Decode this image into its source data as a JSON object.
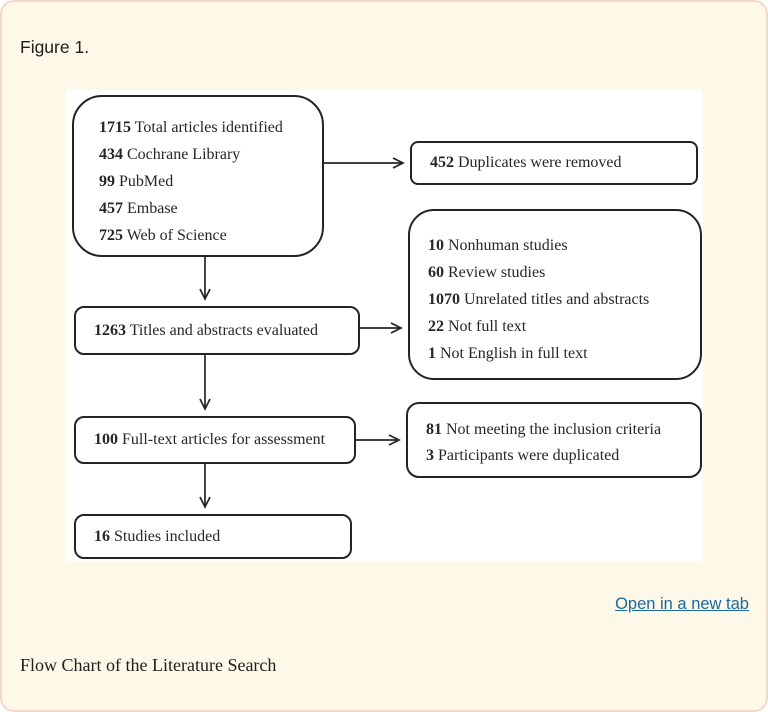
{
  "figure": {
    "label": "Figure 1.",
    "caption": "Flow Chart of the Literature Search",
    "open_link_label": "Open in a new tab"
  },
  "colors": {
    "card_background": "#fdf8e8",
    "card_border": "#f2d8c6",
    "panel_background": "#ffffff",
    "box_border": "#242424",
    "flow_text": "#262626",
    "link": "#17699f"
  },
  "flowchart": {
    "box_identified": {
      "lines": [
        {
          "num": "1715",
          "text": " Total articles identified"
        },
        {
          "num": "434",
          "text": " Cochrane Library"
        },
        {
          "num": "99",
          "text": " PubMed"
        },
        {
          "num": "457",
          "text": " Embase"
        },
        {
          "num": "725",
          "text": " Web of Science"
        }
      ]
    },
    "box_duplicates": {
      "lines": [
        {
          "num": "452",
          "text": " Duplicates were removed"
        }
      ]
    },
    "box_titles": {
      "lines": [
        {
          "num": "1263",
          "text": " Titles and abstracts evaluated"
        }
      ]
    },
    "box_excluded_screening": {
      "lines": [
        {
          "num": "10",
          "text": " Nonhuman studies"
        },
        {
          "num": "60",
          "text": " Review studies"
        },
        {
          "num": "1070",
          "text": " Unrelated titles and abstracts"
        },
        {
          "num": "22",
          "text": " Not full text"
        },
        {
          "num": "1",
          "text": " Not English in full text"
        }
      ]
    },
    "box_fulltext": {
      "lines": [
        {
          "num": "100",
          "text": " Full-text articles for assessment"
        }
      ]
    },
    "box_excluded_fulltext": {
      "lines": [
        {
          "num": "81",
          "text": " Not meeting the inclusion criteria"
        },
        {
          "num": "3",
          "text": " Participants were duplicated"
        }
      ]
    },
    "box_included": {
      "lines": [
        {
          "num": "16",
          "text": " Studies included"
        }
      ]
    }
  }
}
